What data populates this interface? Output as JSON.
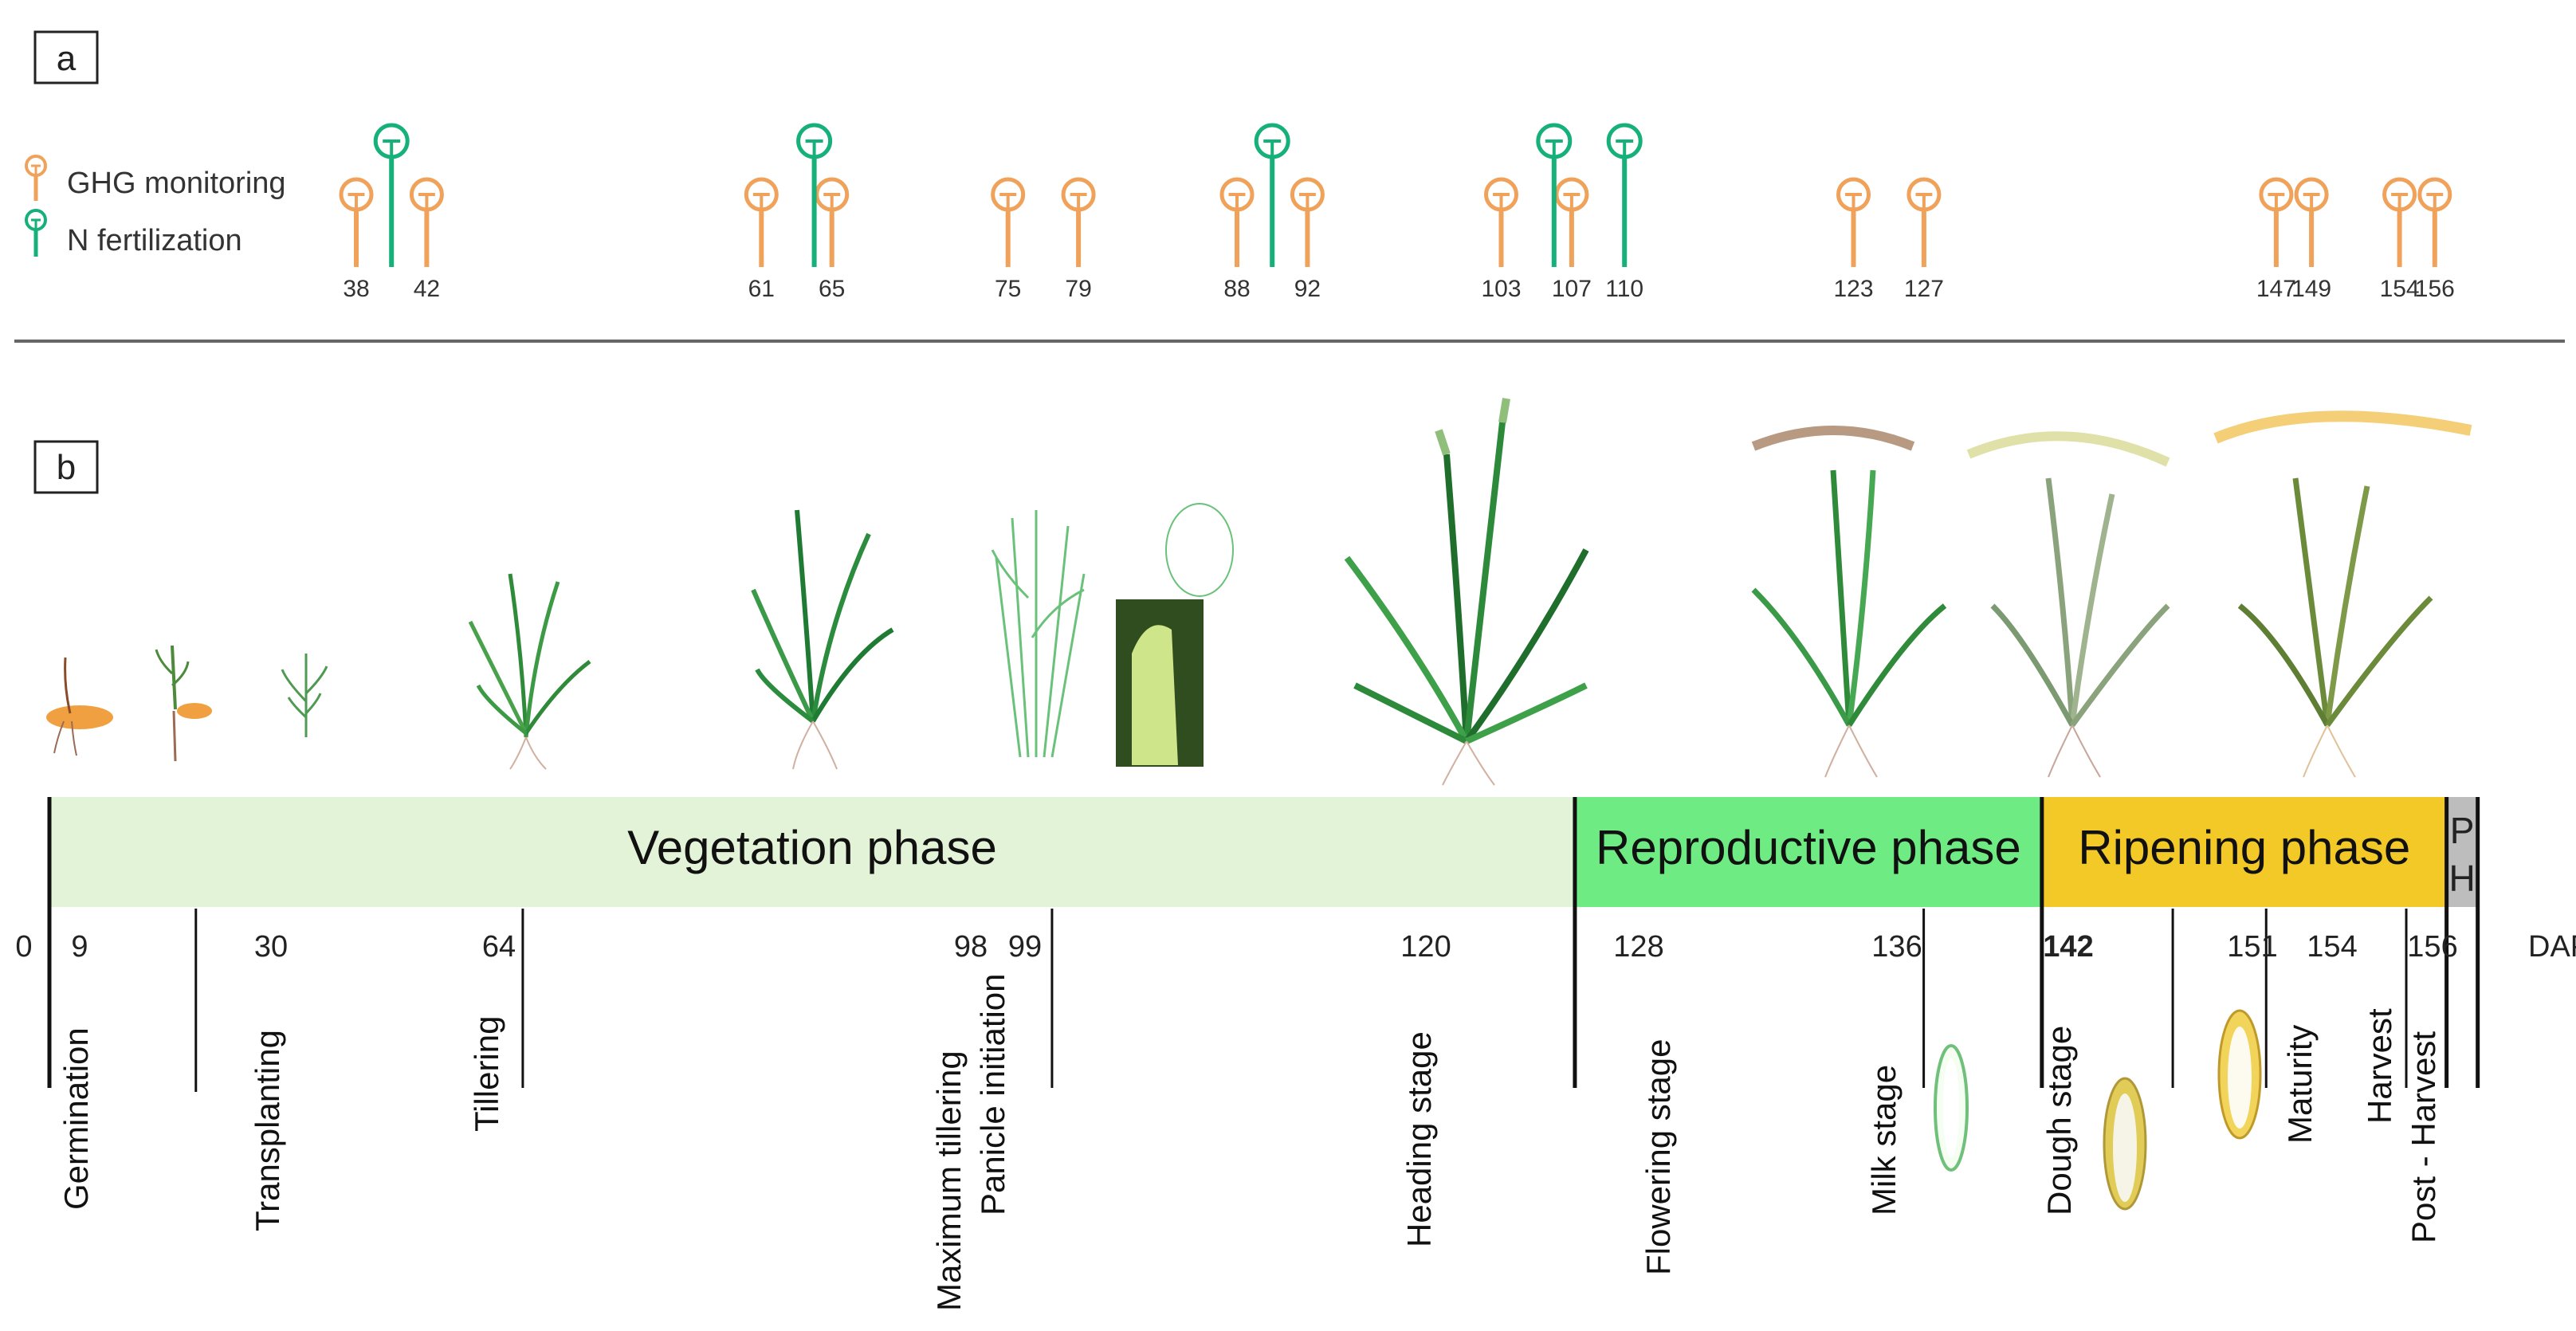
{
  "panel_a": {
    "label": "a",
    "legend": {
      "ghg": {
        "label": "GHG monitoring",
        "color": "#F0A25A"
      },
      "n": {
        "label": "N fertilization",
        "color": "#16B07A"
      }
    },
    "ghg_days": [
      38,
      42,
      61,
      65,
      75,
      79,
      88,
      92,
      103,
      107,
      123,
      127,
      147,
      149,
      154,
      156
    ],
    "n_days": [
      40,
      64,
      90,
      106,
      110
    ],
    "tick_labels": [
      "38",
      "42",
      "61",
      "65",
      "75",
      "79",
      "88",
      "92",
      "103",
      "107",
      "110",
      "123",
      "127",
      "147",
      "149",
      "154",
      "156"
    ]
  },
  "panel_b": {
    "label": "b",
    "unit": "DAP",
    "phases": [
      {
        "id": "vegetation",
        "label": "Vegetation phase",
        "color": "#E3F3D8",
        "start": 0,
        "end": 98
      },
      {
        "id": "reproductive",
        "label": "Reproductive phase",
        "color": "#6FEB84",
        "start": 98,
        "end": 128
      },
      {
        "id": "ripening",
        "label": "Ripening phase",
        "color": "#F3C928",
        "start": 128,
        "end": 154
      },
      {
        "id": "post_harvest",
        "label_line1": "P",
        "label_line2": "H",
        "color": "#BDBDBD",
        "start": 154,
        "end": 156
      }
    ],
    "day_numbers": [
      "0",
      "9",
      "30",
      "64",
      "98",
      "99",
      "120",
      "128",
      "136",
      "142",
      "151",
      "154",
      "156"
    ],
    "stages": [
      {
        "id": "germination",
        "label": "Germination"
      },
      {
        "id": "transplanting",
        "label": "Transplanting"
      },
      {
        "id": "tillering",
        "label": "Tillering"
      },
      {
        "id": "maximum_tillering",
        "label": "Maximum tillering"
      },
      {
        "id": "panicle_initiation",
        "label": "Panicle initiation"
      },
      {
        "id": "heading",
        "label": "Heading stage"
      },
      {
        "id": "flowering",
        "label": "Flowering stage"
      },
      {
        "id": "milk",
        "label": "Milk stage"
      },
      {
        "id": "dough",
        "label": "Dough stage"
      },
      {
        "id": "maturity",
        "label": "Maturity"
      },
      {
        "id": "harvest",
        "label": "Harvest"
      },
      {
        "id": "post_harvest",
        "label": "Post - Harvest"
      }
    ]
  }
}
